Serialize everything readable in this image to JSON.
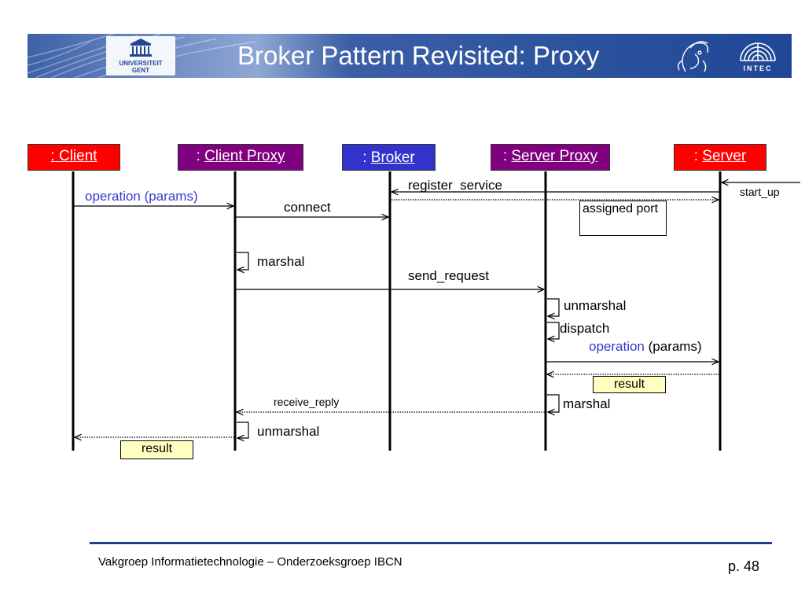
{
  "header": {
    "title": "Broker Pattern Revisited: Proxy",
    "logo_left_line1": "UNIVERSITEIT",
    "logo_left_line2": "GENT",
    "logo_right": "INTEC"
  },
  "objects": {
    "client": {
      "prefix": "",
      "name": ": Client",
      "color": "#ff0000"
    },
    "client_proxy": {
      "prefix": ": ",
      "name": "Client Proxy",
      "color": "#800080"
    },
    "broker": {
      "prefix": ": ",
      "name": "Broker",
      "color": "#3333cc"
    },
    "server_proxy": {
      "prefix": ": ",
      "name": "Server Proxy",
      "color": "#800080"
    },
    "server": {
      "prefix": ": ",
      "name": "Server",
      "color": "#ff0000"
    }
  },
  "messages": {
    "register_service": "register_service",
    "start_up": "start_up",
    "operation_params": "operation (params)",
    "connect": "connect",
    "assigned_port": "assigned port",
    "marshal_1": "marshal",
    "send_request": "send_request",
    "unmarshal_1": "unmarshal",
    "dispatch": "dispatch",
    "operation": "operation",
    "params": "(params)",
    "result_1": "result",
    "receive_reply": "receive_reply",
    "marshal_2": "marshal",
    "unmarshal_2": "unmarshal",
    "result_2": "result"
  },
  "footer": {
    "text": "Vakgroep Informatietechnologie – Onderzoeksgroep IBCN",
    "page": "p. 48"
  }
}
